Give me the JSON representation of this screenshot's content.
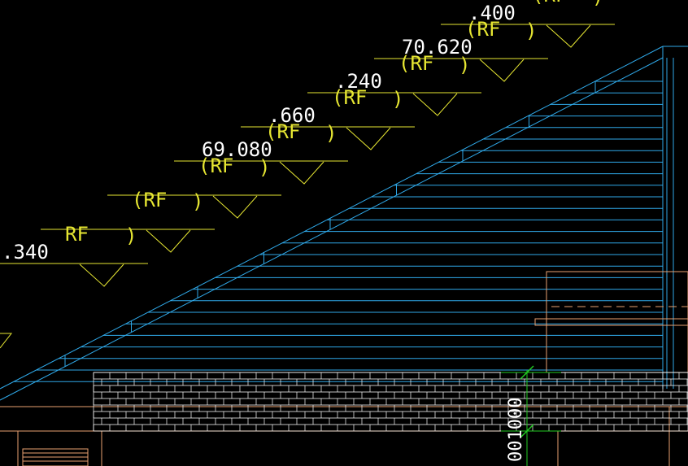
{
  "theme": {
    "background": "#000000",
    "level_color": "#e6e632",
    "roof_color": "#2fa8e8",
    "wall_color": "#e8a070",
    "brick_color": "#ffffff",
    "dim_color": "#ffffff",
    "dim_mark_color": "#22cc22"
  },
  "elevation_marks": [
    {
      "value": ".340",
      "tag": "RF",
      "tag_close": ")"
    },
    {
      "value": "",
      "tag": "(RF",
      "tag_close": ")"
    },
    {
      "value": "",
      "tag": "(RF",
      "tag_close": ")"
    },
    {
      "value": "69.080",
      "tag": "(RF",
      "tag_close": ")"
    },
    {
      "value": ".660",
      "tag": "(RF",
      "tag_close": ")"
    },
    {
      "value": ".240",
      "tag": "(RF",
      "tag_close": ")"
    },
    {
      "value": "70.620",
      "tag": "(RF",
      "tag_close": ")"
    },
    {
      "value": ".400",
      "tag": "(RF",
      "tag_close": ")"
    }
  ],
  "dimension": {
    "value": "001000"
  }
}
